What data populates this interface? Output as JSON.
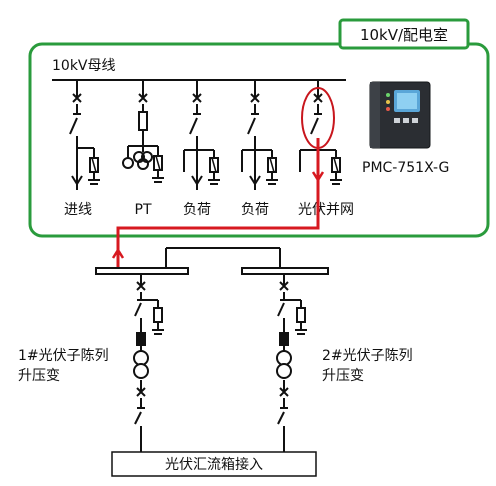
{
  "room": {
    "label": "10kV/配电室"
  },
  "busbar": {
    "label": "10kV母线"
  },
  "feeders": [
    {
      "label": "进线"
    },
    {
      "label": "PT"
    },
    {
      "label": "负荷"
    },
    {
      "label": "负荷"
    },
    {
      "label": "光伏并网"
    }
  ],
  "device": {
    "model": "PMC-751X-G"
  },
  "transformers": [
    {
      "label_line1": "1#光伏子陈列",
      "label_line2": "升压变"
    },
    {
      "label_line1": "2#光伏子陈列",
      "label_line2": "升压变"
    }
  ],
  "combiner": {
    "label": "光伏汇流箱接入"
  },
  "colors": {
    "room_border": "#2a9b3c",
    "pv_path": "#d71920",
    "highlight": "#c8161d",
    "lines": "#111111"
  }
}
